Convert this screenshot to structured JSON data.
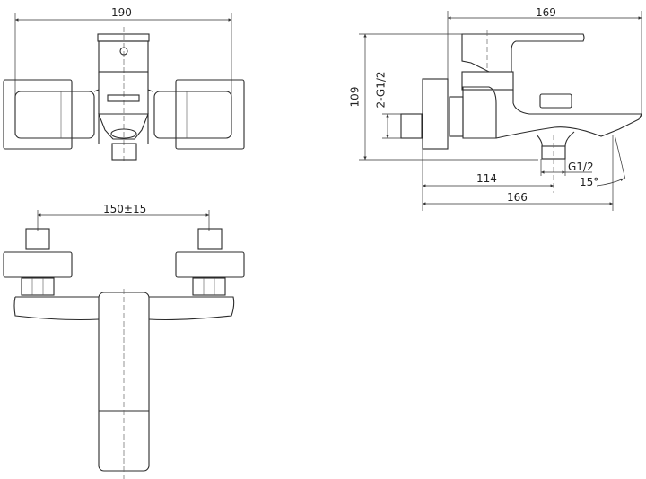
{
  "drawing": {
    "top_view": {
      "width_label": "190"
    },
    "side_view": {
      "depth_label": "169",
      "height_label": "109",
      "inlet_thread_label": "2-G1/2",
      "outlet_thread_label": "G1/2",
      "outlet_offset_label": "114",
      "spout_reach_label": "166",
      "spout_angle_label": "15°"
    },
    "front_view": {
      "inlet_spacing_label": "150±15"
    }
  }
}
